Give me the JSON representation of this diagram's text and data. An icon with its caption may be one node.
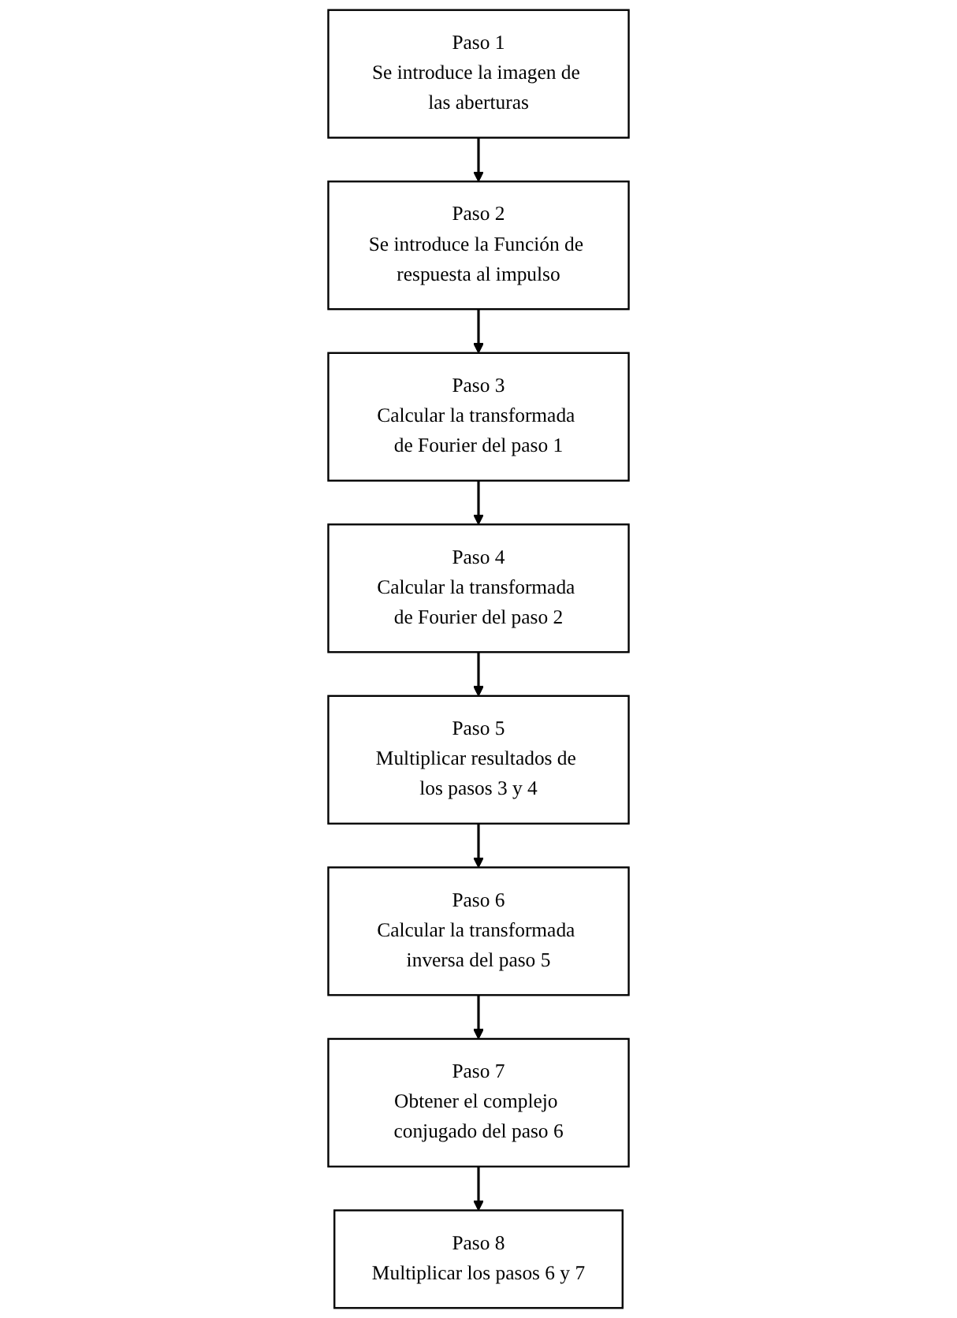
{
  "diagram": {
    "nodes": [
      {
        "text": [
          "Paso 1",
          "Se introduce la imagen de las aberturas"
        ]
      },
      {
        "text": [
          "Paso 2",
          "Se introduce la Función de respuesta al impulso"
        ]
      },
      {
        "text": [
          "Paso 3",
          "Calcular la transformada de Fourier del paso 1"
        ]
      },
      {
        "text": [
          "Paso 4",
          "Calcular la transformada de Fourier del paso 2"
        ]
      },
      {
        "text": [
          "Paso 5",
          "Multiplicar resultados de los pasos 3 y 4"
        ]
      },
      {
        "text": [
          "Paso 6",
          "Calcular la transformada inversa del paso 5"
        ]
      },
      {
        "text": [
          "Paso 7",
          "Obtener el complejo conjugado del paso 6"
        ]
      },
      {
        "text": [
          "Paso 8",
          "Multiplicar los pasos 6 y 7"
        ]
      }
    ],
    "edges": [
      {
        "from": 0,
        "to": 1,
        "arrow": "to"
      },
      {
        "from": 1,
        "to": 2,
        "arrow": "to"
      },
      {
        "from": 2,
        "to": 3,
        "arrow": "to"
      },
      {
        "from": 3,
        "to": 4,
        "arrow": "to"
      },
      {
        "from": 4,
        "to": 5,
        "arrow": "to"
      },
      {
        "from": 5,
        "to": 6,
        "arrow": "to"
      },
      {
        "from": 6,
        "to": 7,
        "arrow": "to"
      }
    ]
  }
}
